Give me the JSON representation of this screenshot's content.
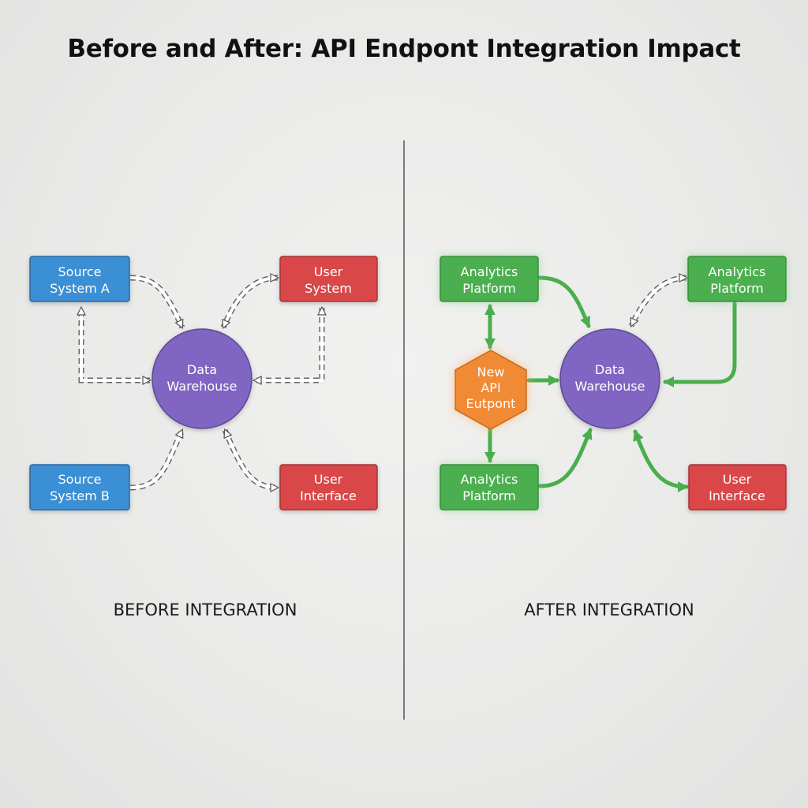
{
  "title": "Before and After: API Endpont Integration Impact",
  "colors": {
    "source_blue": "#3b8fd4",
    "system_red": "#d9474a",
    "hub_purple": "#8065c2",
    "analytics_green": "#4caf4f",
    "api_orange": "#f08a35",
    "flow_green": "#4aae4c",
    "divider": "#555555"
  },
  "before": {
    "label": "BEFORE INTEGRATION",
    "source_a": [
      "Source",
      "System A"
    ],
    "source_b": [
      "Source",
      "System B"
    ],
    "user_system": [
      "User",
      "System"
    ],
    "user_interface": [
      "User",
      "Interface"
    ],
    "hub": [
      "Data",
      "Warehouse"
    ]
  },
  "after": {
    "label": "AFTER INTEGRATION",
    "analytics_top_left": [
      "Analytics",
      "Platform"
    ],
    "analytics_top_right": [
      "Analytics",
      "Platform"
    ],
    "analytics_bottom_left": [
      "Analytics",
      "Platform"
    ],
    "api_endpoint": [
      "New",
      "API",
      "Eutpont"
    ],
    "user_interface": [
      "User",
      "Interface"
    ],
    "hub": [
      "Data",
      "Warehouse"
    ]
  }
}
